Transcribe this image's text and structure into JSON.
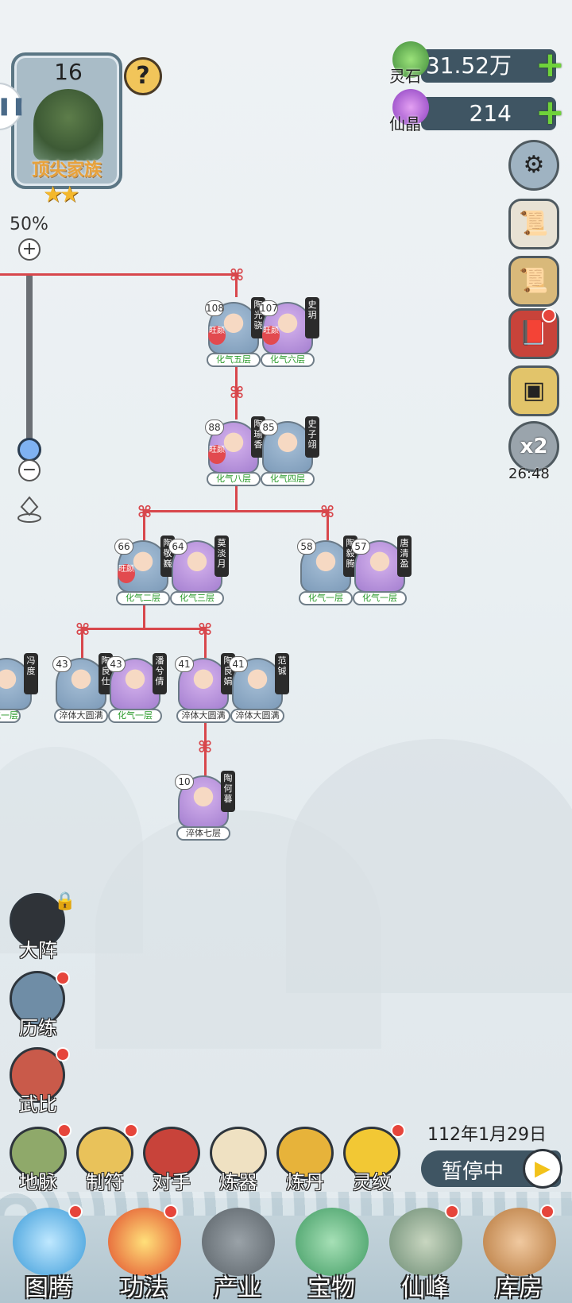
{
  "family": {
    "level": "16",
    "name": "顶尖家族",
    "stars": "★★",
    "help": "?"
  },
  "zoom": {
    "percent": "50%",
    "plus": "+",
    "minus": "−",
    "level": 0.1
  },
  "currency": {
    "spirit_stone": {
      "label": "灵石",
      "value": "31.52万",
      "plus": "+"
    },
    "crystal": {
      "label": "仙晶",
      "value": "214",
      "plus": "+"
    }
  },
  "side_buttons": {
    "settings": "settings-icon",
    "log": "scroll-log-icon",
    "map": "map-scroll-icon",
    "book": "red-book-icon",
    "chest": "treasure-box-icon",
    "speed": {
      "label": "x2",
      "time": "26:48"
    }
  },
  "tree": {
    "gen1": [
      {
        "age": "108",
        "name": "陶光骁",
        "rank": "化气五层",
        "gender": "m",
        "vigor": "旺颜"
      },
      {
        "age": "107",
        "name": "史玥",
        "rank": "化气六层",
        "gender": "f",
        "vigor": "旺颜"
      }
    ],
    "gen2": [
      {
        "age": "88",
        "name": "陶瑜香",
        "rank": "化气八层",
        "gender": "f",
        "vigor": "旺颜"
      },
      {
        "age": "85",
        "name": "史子翊",
        "rank": "化气四层",
        "gender": "m"
      }
    ],
    "gen3": [
      {
        "age": "66",
        "name": "陶敬巍",
        "rank": "化气二层",
        "gender": "m",
        "vigor": "旺颜"
      },
      {
        "age": "64",
        "name": "莫淡月",
        "rank": "化气三层",
        "gender": "f"
      },
      {
        "age": "58",
        "name": "陶毅腾",
        "rank": "化气一层",
        "gender": "m"
      },
      {
        "age": "57",
        "name": "唐清盈",
        "rank": "化气一层",
        "gender": "f"
      }
    ],
    "gen4": [
      {
        "age": "",
        "name": "冯度",
        "rank": "化气一层",
        "gender": "m"
      },
      {
        "age": "43",
        "name": "陶良仕",
        "rank": "淬体大圆满",
        "gender": "m"
      },
      {
        "age": "43",
        "name": "潘兮倩",
        "rank": "化气一层",
        "gender": "f"
      },
      {
        "age": "41",
        "name": "陶良娟",
        "rank": "淬体大圆满",
        "gender": "f"
      },
      {
        "age": "41",
        "name": "范铖",
        "rank": "淬体大圆满",
        "gender": "m"
      }
    ],
    "gen5": [
      {
        "age": "10",
        "name": "陶何暮",
        "rank": "淬体七层",
        "gender": "f"
      }
    ]
  },
  "features": [
    {
      "label": "大阵",
      "icon": "yin-yang-icon"
    },
    {
      "label": "历练",
      "icon": "gate-icon"
    },
    {
      "label": "武比",
      "icon": "sword-icon"
    }
  ],
  "crafts": [
    {
      "label": "地脉",
      "icon": "earth-vein-icon"
    },
    {
      "label": "制符",
      "icon": "talisman-icon"
    },
    {
      "label": "对手",
      "icon": "rival-icon"
    },
    {
      "label": "炼器",
      "icon": "forge-icon"
    },
    {
      "label": "炼丹",
      "icon": "cauldron-icon"
    },
    {
      "label": "灵纹",
      "icon": "rune-icon"
    }
  ],
  "date": "112年1月29日",
  "pause": {
    "label": "暂停中",
    "icon": "play-icon"
  },
  "nav": [
    {
      "label": "图腾",
      "icon": "totem-icon"
    },
    {
      "label": "功法",
      "icon": "technique-icon"
    },
    {
      "label": "产业",
      "icon": "industry-icon"
    },
    {
      "label": "宝物",
      "icon": "treasure-icon"
    },
    {
      "label": "仙峰",
      "icon": "peak-icon"
    },
    {
      "label": "库房",
      "icon": "storehouse-icon"
    }
  ]
}
